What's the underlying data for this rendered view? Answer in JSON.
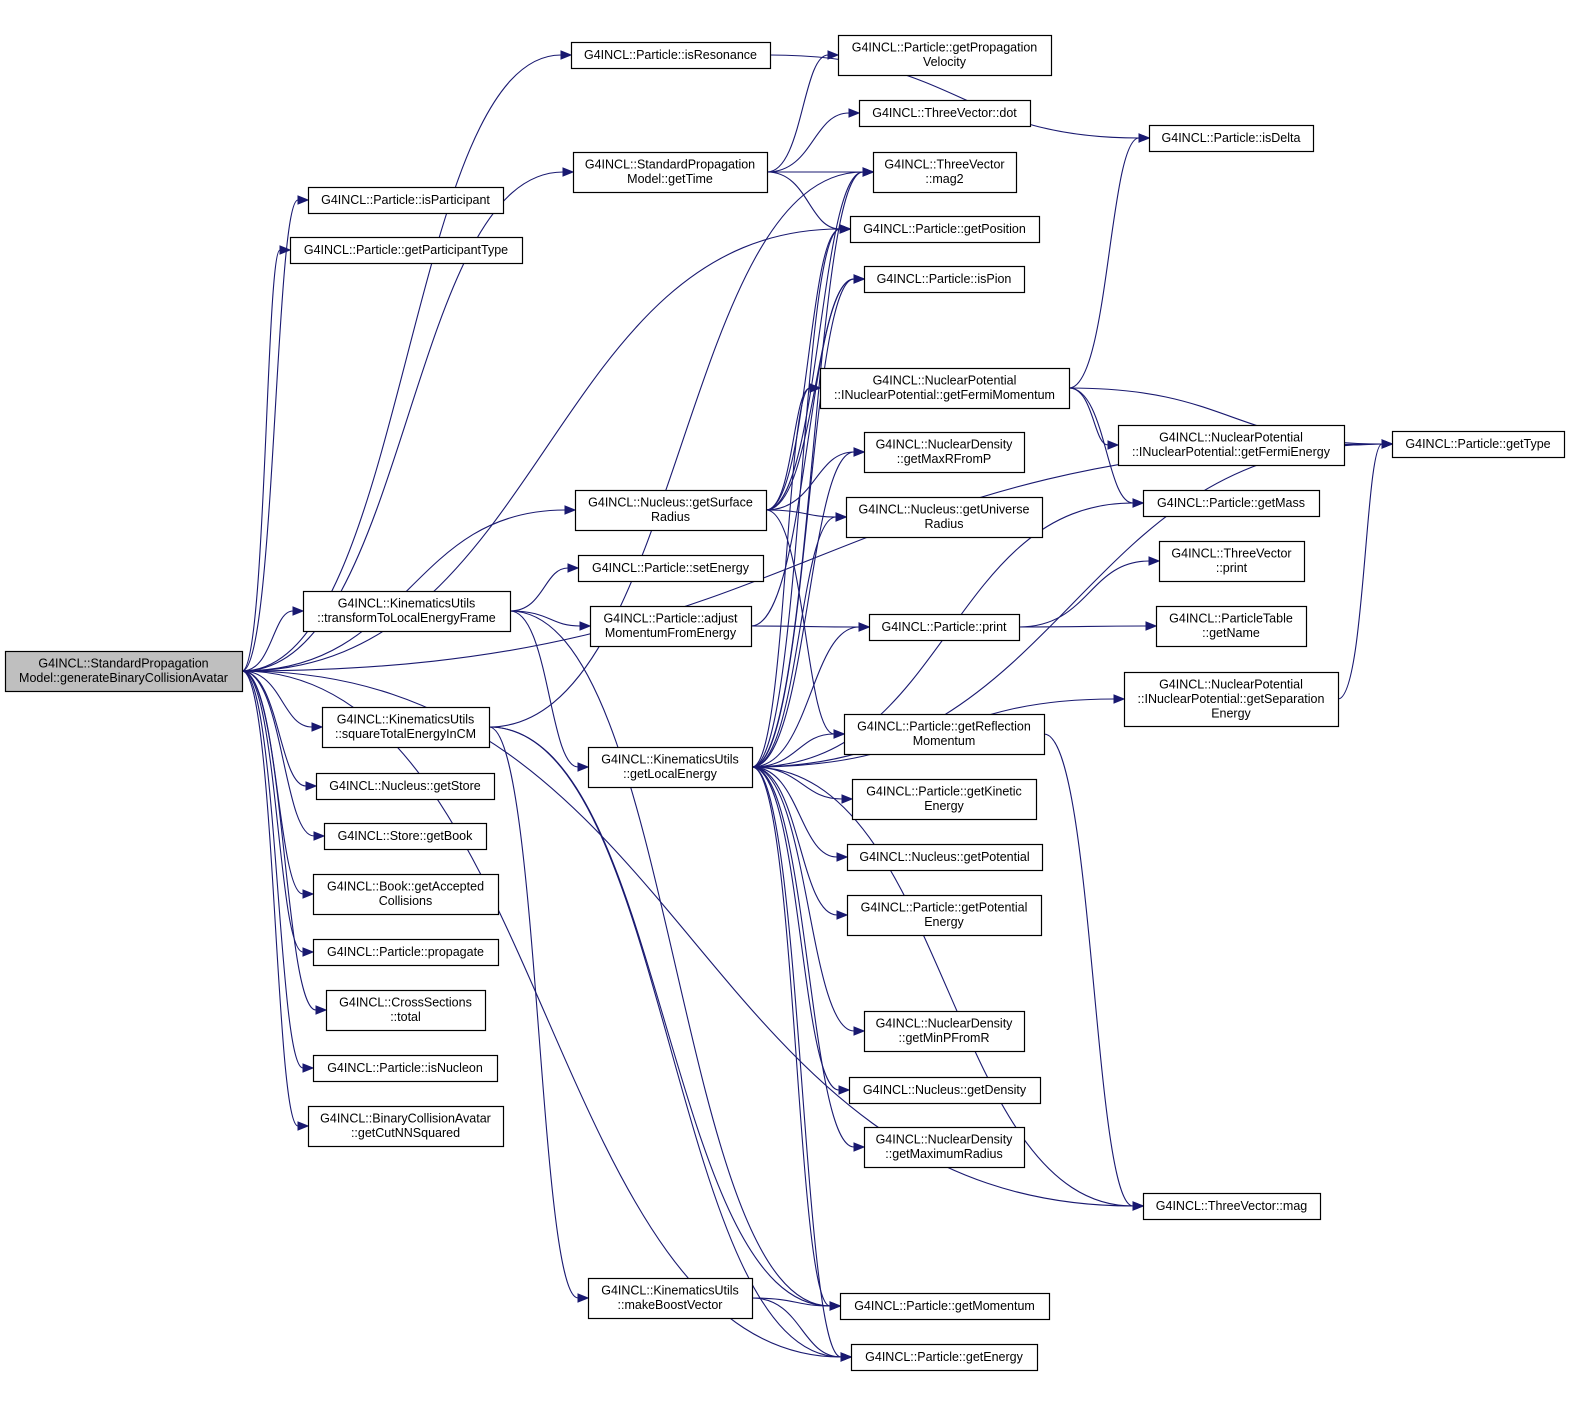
{
  "nodes": [
    {
      "id": "root",
      "lines": [
        "G4INCL::StandardPropagation",
        "Model::generateBinaryCollisionAvatar"
      ],
      "root": true
    },
    {
      "id": "isResonance",
      "lines": [
        "G4INCL::Particle::isResonance"
      ]
    },
    {
      "id": "getPropVel",
      "lines": [
        "G4INCL::Particle::getPropagation",
        "Velocity"
      ]
    },
    {
      "id": "dot",
      "lines": [
        "G4INCL::ThreeVector::dot"
      ]
    },
    {
      "id": "isDelta",
      "lines": [
        "G4INCL::Particle::isDelta"
      ]
    },
    {
      "id": "getTime",
      "lines": [
        "G4INCL::StandardPropagation",
        "Model::getTime"
      ]
    },
    {
      "id": "mag2",
      "lines": [
        "G4INCL::ThreeVector",
        "::mag2"
      ]
    },
    {
      "id": "isParticipant",
      "lines": [
        "G4INCL::Particle::isParticipant"
      ]
    },
    {
      "id": "getParticipantType",
      "lines": [
        "G4INCL::Particle::getParticipantType"
      ]
    },
    {
      "id": "getPosition",
      "lines": [
        "G4INCL::Particle::getPosition"
      ]
    },
    {
      "id": "isPion",
      "lines": [
        "G4INCL::Particle::isPion"
      ]
    },
    {
      "id": "getFermiMomentum",
      "lines": [
        "G4INCL::NuclearPotential",
        "::INuclearPotential::getFermiMomentum"
      ]
    },
    {
      "id": "getFermiEnergy",
      "lines": [
        "G4INCL::NuclearPotential",
        "::INuclearPotential::getFermiEnergy"
      ]
    },
    {
      "id": "getType",
      "lines": [
        "G4INCL::Particle::getType"
      ]
    },
    {
      "id": "getMaxRFromP",
      "lines": [
        "G4INCL::NuclearDensity",
        "::getMaxRFromP"
      ]
    },
    {
      "id": "getSurfaceRadius",
      "lines": [
        "G4INCL::Nucleus::getSurface",
        "Radius"
      ]
    },
    {
      "id": "getUniverseRadius",
      "lines": [
        "G4INCL::Nucleus::getUniverse",
        "Radius"
      ]
    },
    {
      "id": "getMass",
      "lines": [
        "G4INCL::Particle::getMass"
      ]
    },
    {
      "id": "tvPrint",
      "lines": [
        "G4INCL::ThreeVector",
        "::print"
      ]
    },
    {
      "id": "setEnergy",
      "lines": [
        "G4INCL::Particle::setEnergy"
      ]
    },
    {
      "id": "transformToLocal",
      "lines": [
        "G4INCL::KinematicsUtils",
        "::transformToLocalEnergyFrame"
      ]
    },
    {
      "id": "adjustMomentum",
      "lines": [
        "G4INCL::Particle::adjust",
        "MomentumFromEnergy"
      ]
    },
    {
      "id": "particlePrint",
      "lines": [
        "G4INCL::Particle::print"
      ]
    },
    {
      "id": "getName",
      "lines": [
        "G4INCL::ParticleTable",
        "::getName"
      ]
    },
    {
      "id": "getSeparationEnergy",
      "lines": [
        "G4INCL::NuclearPotential",
        "::INuclearPotential::getSeparation",
        "Energy"
      ]
    },
    {
      "id": "squareTotalEnergy",
      "lines": [
        "G4INCL::KinematicsUtils",
        "::squareTotalEnergyInCM"
      ]
    },
    {
      "id": "getReflectionMomentum",
      "lines": [
        "G4INCL::Particle::getReflection",
        "Momentum"
      ]
    },
    {
      "id": "getLocalEnergy",
      "lines": [
        "G4INCL::KinematicsUtils",
        "::getLocalEnergy"
      ]
    },
    {
      "id": "getStore",
      "lines": [
        "G4INCL::Nucleus::getStore"
      ]
    },
    {
      "id": "getKineticEnergy",
      "lines": [
        "G4INCL::Particle::getKinetic",
        "Energy"
      ]
    },
    {
      "id": "getBook",
      "lines": [
        "G4INCL::Store::getBook"
      ]
    },
    {
      "id": "getPotential",
      "lines": [
        "G4INCL::Nucleus::getPotential"
      ]
    },
    {
      "id": "getAcceptedCollisions",
      "lines": [
        "G4INCL::Book::getAccepted",
        "Collisions"
      ]
    },
    {
      "id": "getPotentialEnergy",
      "lines": [
        "G4INCL::Particle::getPotential",
        "Energy"
      ]
    },
    {
      "id": "propagate",
      "lines": [
        "G4INCL::Particle::propagate"
      ]
    },
    {
      "id": "total",
      "lines": [
        "G4INCL::CrossSections",
        "::total"
      ]
    },
    {
      "id": "getMinPFromR",
      "lines": [
        "G4INCL::NuclearDensity",
        "::getMinPFromR"
      ]
    },
    {
      "id": "isNucleon",
      "lines": [
        "G4INCL::Particle::isNucleon"
      ]
    },
    {
      "id": "getDensity",
      "lines": [
        "G4INCL::Nucleus::getDensity"
      ]
    },
    {
      "id": "getCutNNSquared",
      "lines": [
        "G4INCL::BinaryCollisionAvatar",
        "::getCutNNSquared"
      ]
    },
    {
      "id": "getMaximumRadius",
      "lines": [
        "G4INCL::NuclearDensity",
        "::getMaximumRadius"
      ]
    },
    {
      "id": "mag",
      "lines": [
        "G4INCL::ThreeVector::mag"
      ]
    },
    {
      "id": "makeBoostVector",
      "lines": [
        "G4INCL::KinematicsUtils",
        "::makeBoostVector"
      ]
    },
    {
      "id": "getMomentum",
      "lines": [
        "G4INCL::Particle::getMomentum"
      ]
    },
    {
      "id": "getEnergy",
      "lines": [
        "G4INCL::Particle::getEnergy"
      ]
    }
  ],
  "edges": [
    [
      "root",
      "isParticipant"
    ],
    [
      "root",
      "getParticipantType"
    ],
    [
      "root",
      "isResonance"
    ],
    [
      "root",
      "getTime"
    ],
    [
      "root",
      "getPosition"
    ],
    [
      "root",
      "getType"
    ],
    [
      "root",
      "getSurfaceRadius"
    ],
    [
      "root",
      "transformToLocal"
    ],
    [
      "root",
      "squareTotalEnergy"
    ],
    [
      "root",
      "getStore"
    ],
    [
      "root",
      "getBook"
    ],
    [
      "root",
      "getAcceptedCollisions"
    ],
    [
      "root",
      "propagate"
    ],
    [
      "root",
      "total"
    ],
    [
      "root",
      "isNucleon"
    ],
    [
      "root",
      "getCutNNSquared"
    ],
    [
      "root",
      "mag"
    ],
    [
      "root",
      "getEnergy"
    ],
    [
      "isResonance",
      "isDelta"
    ],
    [
      "getTime",
      "getPropVel"
    ],
    [
      "getTime",
      "dot"
    ],
    [
      "getTime",
      "mag2"
    ],
    [
      "getTime",
      "getPosition"
    ],
    [
      "getFermiMomentum",
      "isDelta"
    ],
    [
      "getFermiMomentum",
      "getType"
    ],
    [
      "getFermiMomentum",
      "getFermiEnergy"
    ],
    [
      "getFermiMomentum",
      "getMass"
    ],
    [
      "getFermiEnergy",
      "getType"
    ],
    [
      "getSurfaceRadius",
      "mag2"
    ],
    [
      "getSurfaceRadius",
      "getPosition"
    ],
    [
      "getSurfaceRadius",
      "isPion"
    ],
    [
      "getSurfaceRadius",
      "getFermiMomentum"
    ],
    [
      "getSurfaceRadius",
      "getMaxRFromP"
    ],
    [
      "getSurfaceRadius",
      "getUniverseRadius"
    ],
    [
      "getSurfaceRadius",
      "getReflectionMomentum"
    ],
    [
      "transformToLocal",
      "setEnergy"
    ],
    [
      "transformToLocal",
      "adjustMomentum"
    ],
    [
      "transformToLocal",
      "getLocalEnergy"
    ],
    [
      "transformToLocal",
      "getMomentum"
    ],
    [
      "adjustMomentum",
      "particlePrint"
    ],
    [
      "adjustMomentum",
      "isPion"
    ],
    [
      "particlePrint",
      "tvPrint"
    ],
    [
      "particlePrint",
      "getName"
    ],
    [
      "getSeparationEnergy",
      "getType"
    ],
    [
      "getReflectionMomentum",
      "mag"
    ],
    [
      "getLocalEnergy",
      "mag2"
    ],
    [
      "getLocalEnergy",
      "getPosition"
    ],
    [
      "getLocalEnergy",
      "isPion"
    ],
    [
      "getLocalEnergy",
      "getFermiMomentum"
    ],
    [
      "getLocalEnergy",
      "getMaxRFromP"
    ],
    [
      "getLocalEnergy",
      "getUniverseRadius"
    ],
    [
      "getLocalEnergy",
      "getMass"
    ],
    [
      "getLocalEnergy",
      "particlePrint"
    ],
    [
      "getLocalEnergy",
      "getSeparationEnergy"
    ],
    [
      "getLocalEnergy",
      "getReflectionMomentum"
    ],
    [
      "getLocalEnergy",
      "getKineticEnergy"
    ],
    [
      "getLocalEnergy",
      "getPotential"
    ],
    [
      "getLocalEnergy",
      "getPotentialEnergy"
    ],
    [
      "getLocalEnergy",
      "getType"
    ],
    [
      "getLocalEnergy",
      "getMinPFromR"
    ],
    [
      "getLocalEnergy",
      "getDensity"
    ],
    [
      "getLocalEnergy",
      "getMaximumRadius"
    ],
    [
      "getLocalEnergy",
      "mag"
    ],
    [
      "getLocalEnergy",
      "getMomentum"
    ],
    [
      "getLocalEnergy",
      "getEnergy"
    ],
    [
      "squareTotalEnergy",
      "mag2"
    ],
    [
      "squareTotalEnergy",
      "makeBoostVector"
    ],
    [
      "squareTotalEnergy",
      "getEnergy"
    ],
    [
      "squareTotalEnergy",
      "getMomentum"
    ],
    [
      "makeBoostVector",
      "getMomentum"
    ],
    [
      "makeBoostVector",
      "getEnergy"
    ]
  ]
}
